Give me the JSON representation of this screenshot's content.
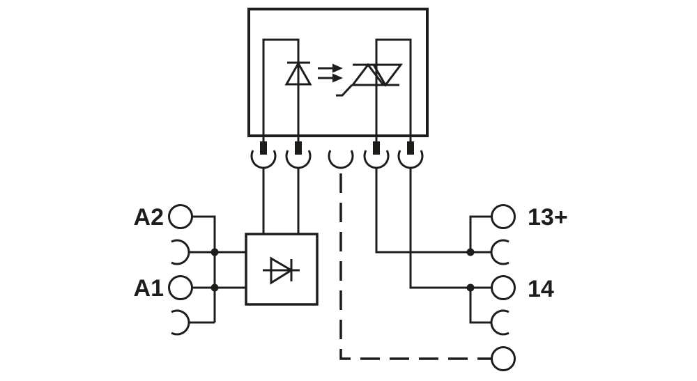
{
  "page": {
    "background": "#ffffff"
  },
  "diagram": {
    "kind": "solid-state-relay wiring schematic",
    "line_color": "#1d1d1b",
    "terminals": {
      "a2": "A2",
      "a1": "A1",
      "t13": "13+",
      "t14": "14"
    },
    "icons": {
      "emitter_diode": "led-diode-icon",
      "light_arrows": "light-arrows-icon",
      "triac": "triac-icon",
      "input_diode": "diode-icon",
      "socket_contact": "socket-contact-icon",
      "plug_pin": "plug-pin-icon",
      "junction": "junction-dot"
    }
  }
}
